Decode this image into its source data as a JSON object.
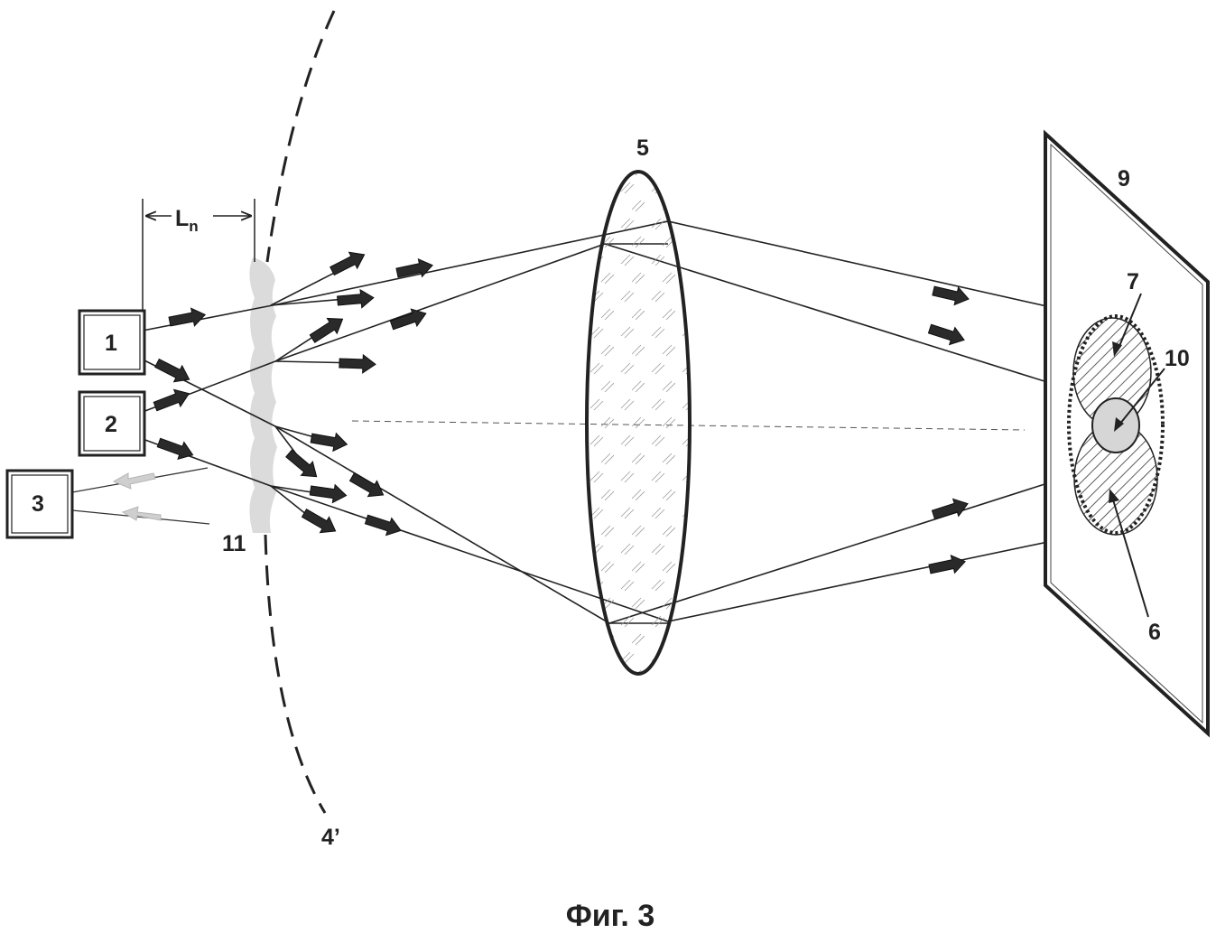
{
  "figure": {
    "caption": "Фиг. 3",
    "colors": {
      "ink": "#222222",
      "ghost": "#c8c8c8",
      "spot": "#d6d6d6"
    }
  },
  "components": {
    "source1": {
      "label": "1"
    },
    "source2": {
      "label": "2"
    },
    "receiver3": {
      "label": "3"
    },
    "wavefront": {
      "label": "4’"
    },
    "lens": {
      "label": "5"
    },
    "spot6": {
      "label": "6"
    },
    "spot7": {
      "label": "7"
    },
    "screen": {
      "label": "9"
    },
    "overlap_spot": {
      "label": "10"
    },
    "scattering_layer": {
      "label": "11"
    },
    "distance": {
      "label": "L",
      "subscript": "n"
    }
  }
}
